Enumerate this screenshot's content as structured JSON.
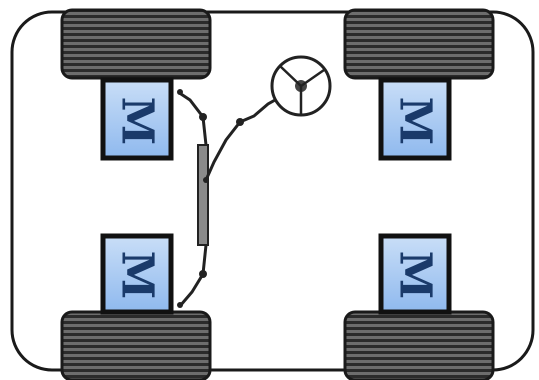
{
  "colors": {
    "frame": "#1a1a1a",
    "tire_dark": "#2b2b2b",
    "tire_light": "#6d6d6d",
    "motor_fill": "#a6c8f2",
    "motor_border": "#111111",
    "motor_text": "#1a3a6a",
    "linkage": "#555555",
    "joint": "#222222"
  },
  "motors": [
    {
      "id": "front-left",
      "label": "M"
    },
    {
      "id": "front-right",
      "label": "M"
    },
    {
      "id": "rear-left",
      "label": "M"
    },
    {
      "id": "rear-right",
      "label": "M"
    }
  ],
  "wheels": [
    {
      "id": "front-left"
    },
    {
      "id": "front-right"
    },
    {
      "id": "rear-left"
    },
    {
      "id": "rear-right"
    }
  ],
  "steering": {
    "icon": "steering-wheel-icon"
  }
}
